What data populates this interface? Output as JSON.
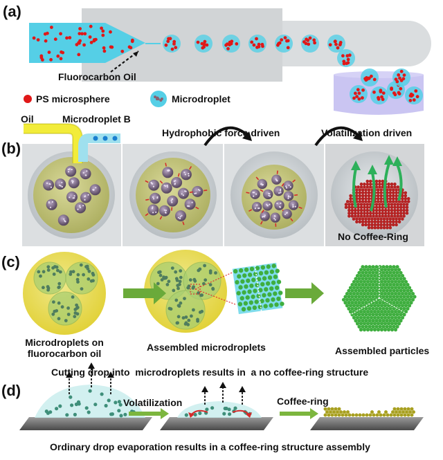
{
  "panels": {
    "a": {
      "label": "(a)",
      "oil_label": "Fluorocarbon Oil",
      "legend_ps": "PS microsphere",
      "legend_droplet": "Microdroplet"
    },
    "b": {
      "label": "(b)",
      "oil": "Oil",
      "microdroplet_b": "Microdroplet B",
      "hydrophobic": "Hydrophobic force driven",
      "volatilization": "Volatilization driven",
      "no_coffee_ring": "No Coffee-Ring"
    },
    "c": {
      "label": "(c)",
      "caption1_line1": "Microdroplets on",
      "caption1_line2": "fluorocarbon oil",
      "caption2": "Assembled microdroplets",
      "caption3": "Assembled particles",
      "summary": "Cutting drop into  microdroplets results in  a no coffee-ring structure"
    },
    "d": {
      "label": "(d)",
      "volatilization": "Volatilization",
      "coffee_ring": "Coffee-ring",
      "summary": "Ordinary drop evaporation results in a coffee-ring structure assembly"
    }
  },
  "colors": {
    "ps_red": "#e01818",
    "channel_cyan": "#55cfe6",
    "particle_green": "#3fae3f",
    "arrow_green": "#6aaa3a",
    "droplet_yellow": "#d8d68a"
  }
}
